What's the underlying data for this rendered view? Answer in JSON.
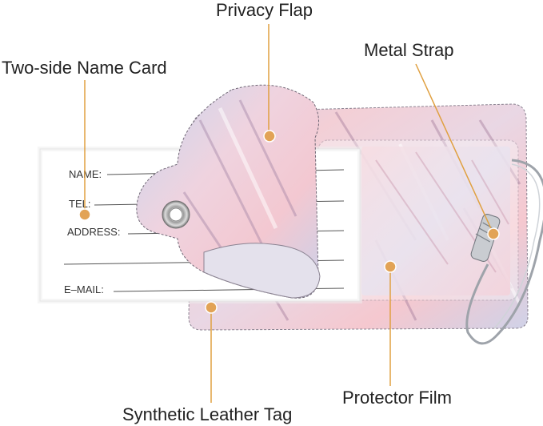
{
  "callouts": {
    "privacy_flap": "Privacy Flap",
    "name_card": "Two-side Name Card",
    "metal_strap": "Metal Strap",
    "leather_tag": "Synthetic Leather Tag",
    "protector_film": "Protector Film"
  },
  "name_card_fields": {
    "name": "NAME:",
    "tel": "TEL:",
    "address": "ADDRESS:",
    "email": "E–MAIL:"
  },
  "colors": {
    "callout_line": "#e0a040",
    "marker": "#e2a356",
    "marble_pink": "#f2c9cf",
    "marble_blue": "#cdd9ec",
    "marble_purple": "#b28aa6"
  }
}
